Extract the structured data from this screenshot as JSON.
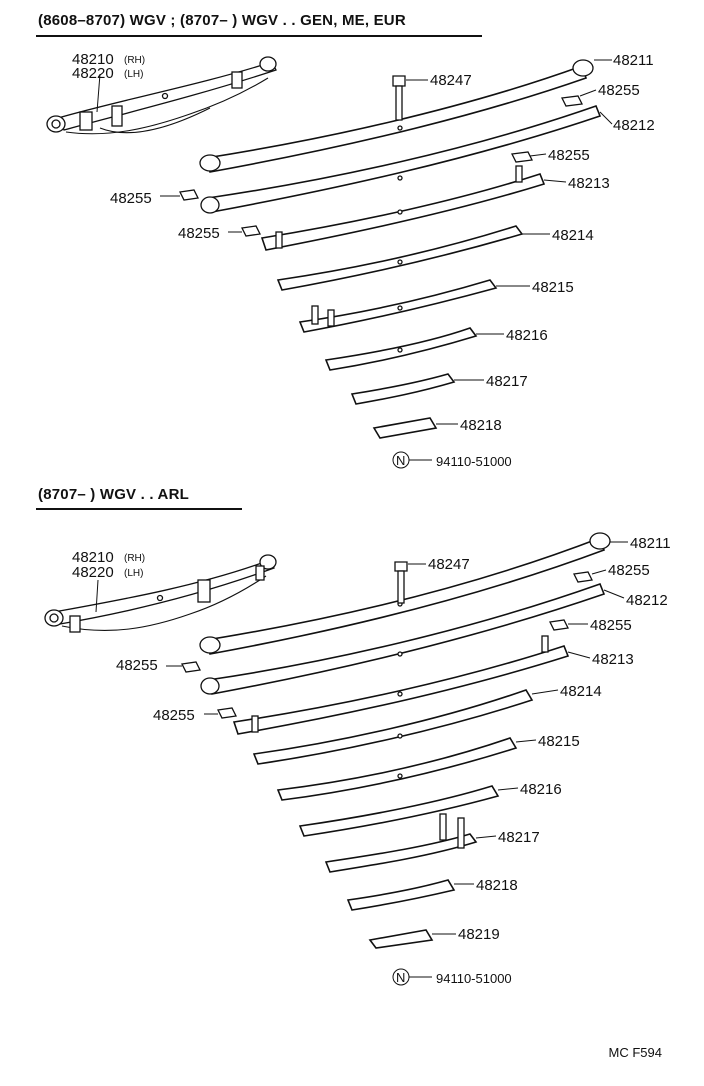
{
  "sections": [
    {
      "header": "(8608–8707) WGV ; (8707–        ) WGV . . GEN, ME, EUR",
      "assembly": {
        "rh": "48210",
        "rh_tag": "(RH)",
        "lh": "48220",
        "lh_tag": "(LH)"
      },
      "parts": [
        "48211",
        "48247",
        "48255",
        "48212",
        "48255",
        "48213",
        "48255",
        "48255",
        "48214",
        "48215",
        "48216",
        "48217",
        "48218"
      ],
      "nut_code": "N",
      "nut_part": "94110-51000"
    },
    {
      "header": "(8707–          ) WGV . . ARL",
      "assembly": {
        "rh": "48210",
        "rh_tag": "(RH)",
        "lh": "48220",
        "lh_tag": "(LH)"
      },
      "parts": [
        "48211",
        "48247",
        "48255",
        "48212",
        "48255",
        "48213",
        "48255",
        "48255",
        "48214",
        "48215",
        "48216",
        "48217",
        "48218",
        "48219"
      ],
      "nut_code": "N",
      "nut_part": "94110-51000"
    }
  ],
  "footer_code": "MC  F594"
}
